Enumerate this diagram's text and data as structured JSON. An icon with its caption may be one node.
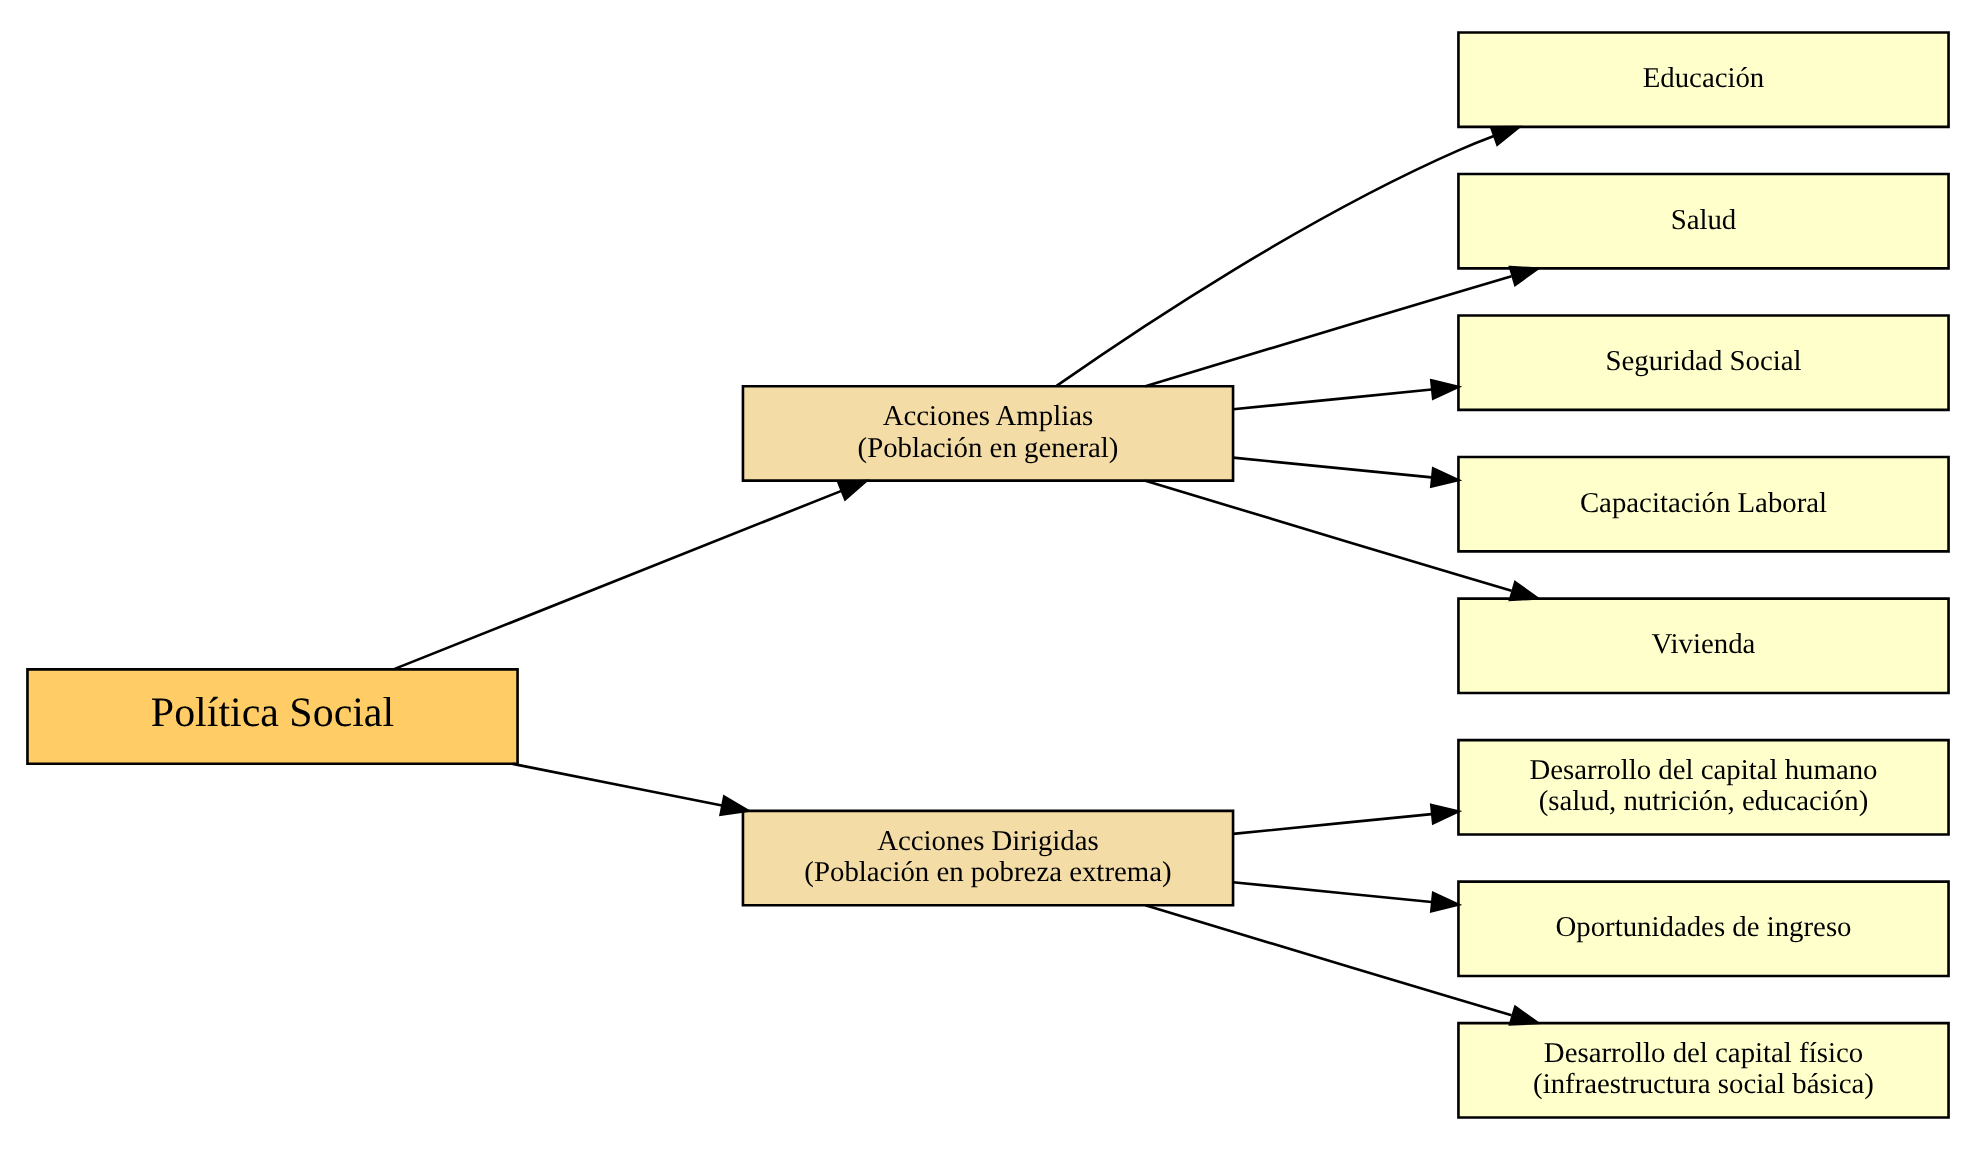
{
  "diagram": {
    "nodes": [
      {
        "text": [
          "Política Social"
        ]
      },
      {
        "text": [
          "Acciones Amplias",
          "(Población en general)"
        ]
      },
      {
        "text": [
          "Educación"
        ]
      },
      {
        "text": [
          "Salud"
        ]
      },
      {
        "text": [
          "Seguridad Social"
        ]
      },
      {
        "text": [
          "Capacitación Laboral"
        ]
      },
      {
        "text": [
          "Vivienda"
        ]
      },
      {
        "text": [
          "Acciones Dirigidas",
          "(Población en pobreza extrema)"
        ]
      },
      {
        "text": [
          "Desarrollo del capital humano",
          "(salud, nutrición, educación)"
        ]
      },
      {
        "text": [
          "Oportunidades de ingreso"
        ]
      },
      {
        "text": [
          "Desarrollo del capital físico",
          "(infraestructura social básica)"
        ]
      }
    ],
    "edges": [
      {
        "from": 0,
        "to": 1,
        "arrow": "to"
      },
      {
        "from": 0,
        "to": 7,
        "arrow": "to"
      },
      {
        "from": 1,
        "to": 2,
        "arrow": "to"
      },
      {
        "from": 1,
        "to": 3,
        "arrow": "to"
      },
      {
        "from": 1,
        "to": 4,
        "arrow": "to"
      },
      {
        "from": 1,
        "to": 5,
        "arrow": "to"
      },
      {
        "from": 1,
        "to": 6,
        "arrow": "to"
      },
      {
        "from": 7,
        "to": 8,
        "arrow": "to"
      },
      {
        "from": 7,
        "to": 9,
        "arrow": "to"
      },
      {
        "from": 7,
        "to": 10,
        "arrow": "to"
      }
    ]
  }
}
